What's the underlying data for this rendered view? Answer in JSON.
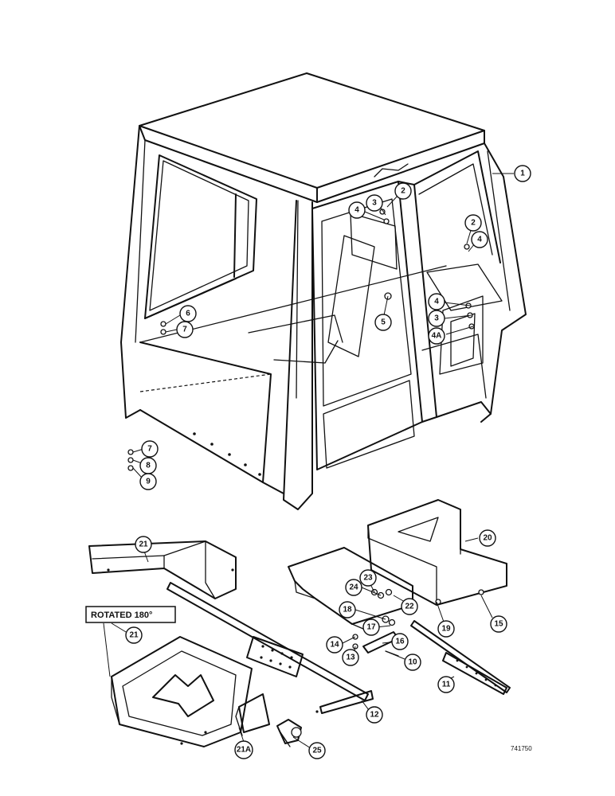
{
  "figure_id": "741750",
  "rotated_label": "ROTATED 180°",
  "callouts": [
    "1",
    "2",
    "3",
    "4",
    "5",
    "6",
    "7",
    "2",
    "4",
    "4",
    "3",
    "4A",
    "7",
    "8",
    "9",
    "21",
    "20",
    "23",
    "24",
    "22",
    "18",
    "17",
    "19",
    "15",
    "14",
    "16",
    "13",
    "10",
    "11",
    "21",
    "12",
    "21A",
    "25"
  ]
}
